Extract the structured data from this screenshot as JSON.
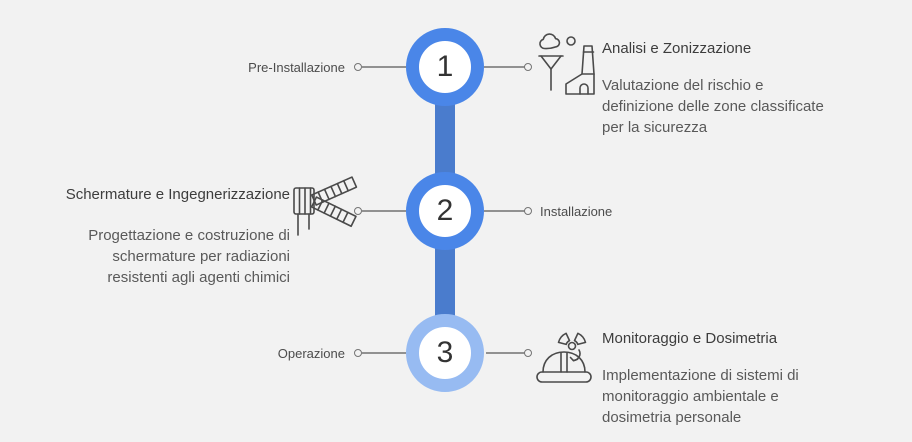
{
  "diagram_background": "#f2f2f2",
  "colors": {
    "ring_blue": "#4a86e8",
    "ring_light_blue": "#97bbf2",
    "timeline_bar_blue": "#4a7ccd",
    "connector_gray": "#919191",
    "title_text": "#3d3d3d",
    "body_text": "#595959",
    "label_text": "#4c4c4c",
    "icon_stroke": "#4a4a4a",
    "number_text": "#333333"
  },
  "steps": [
    {
      "number": "1",
      "side_label": "Pre-Installazione",
      "side_label_position": "left",
      "title": "Analisi e Zonizzazione",
      "description": "Valutazione del rischio e\ndefinizione delle zone classificate\nper la sicurezza",
      "icon": "factory-analysis-icon"
    },
    {
      "number": "2",
      "side_label": "Installazione",
      "side_label_position": "right",
      "title": "Schermature e Ingegnerizzazione",
      "description": "Progettazione e costruzione di\nschermature per radiazioni\nresistenti agli agenti chimici",
      "icon": "radiation-shielding-icon"
    },
    {
      "number": "3",
      "side_label": "Operazione",
      "side_label_position": "left",
      "title": "Monitoraggio e Dosimetria",
      "description": "Implementazione di sistemi di\nmonitoraggio ambientale e\ndosimetria personale",
      "icon": "hardhat-radiation-icon"
    }
  ]
}
